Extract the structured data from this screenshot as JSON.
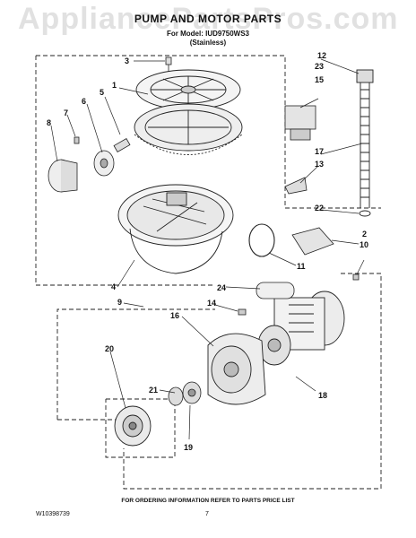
{
  "watermark": "AppliancePartsPros.com",
  "title": "PUMP AND MOTOR PARTS",
  "model_line": "For Model: IUD9750WS3",
  "finish": "(Stainless)",
  "callouts": {
    "c1": "1",
    "c2": "2",
    "c3": "3",
    "c4": "4",
    "c5": "5",
    "c6": "6",
    "c7": "7",
    "c8": "8",
    "c9": "9",
    "c10": "10",
    "c11": "11",
    "c12": "12",
    "c13": "13",
    "c14": "14",
    "c15": "15",
    "c16": "16",
    "c17": "17",
    "c18": "18",
    "c19": "19",
    "c20": "20",
    "c21": "21",
    "c22": "22",
    "c23": "23",
    "c24": "24"
  },
  "footer": {
    "ordering_note": "FOR ORDERING INFORMATION REFER TO PARTS PRICE LIST",
    "doc_number": "W10398739",
    "page_number": "7"
  }
}
